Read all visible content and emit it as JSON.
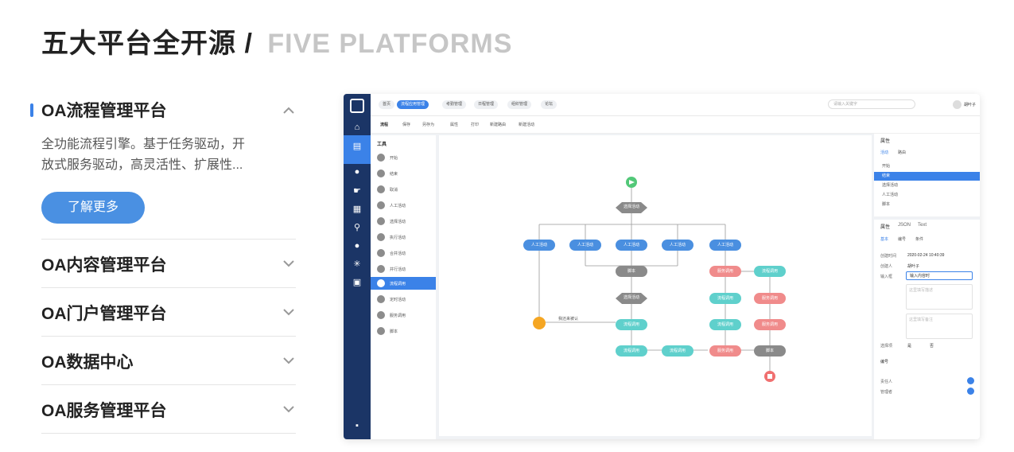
{
  "header": {
    "title_cn": "五大平台全开源",
    "separator": "/",
    "title_en": "FIVE PLATFORMS"
  },
  "accordion": {
    "active": {
      "title": "OA流程管理平台",
      "description": "全功能流程引擎。基于任务驱动，开放式服务驱动，高灵活性、扩展性...",
      "button": "了解更多"
    },
    "items": [
      {
        "title": "OA内容管理平台"
      },
      {
        "title": "OA门户管理平台"
      },
      {
        "title": "OA数据中心"
      },
      {
        "title": "OA服务管理平台"
      }
    ]
  },
  "preview": {
    "tabs": [
      "首页",
      "流程应用管理",
      "考勤管理",
      "日程管理",
      "组织管理",
      "论坛"
    ],
    "search_placeholder": "请输入关键字",
    "user": "胡叶子",
    "toolbar": [
      "流程",
      "保存",
      "另存为",
      "属性",
      "打印",
      "新建路由",
      "新建活动"
    ],
    "tools_title": "工具",
    "tools": [
      "开始",
      "结束",
      "取消",
      "人工活动",
      "选择活动",
      "执行活动",
      "合并活动",
      "并行活动",
      "流程调用",
      "定时活动",
      "服务调用",
      "脚本"
    ],
    "properties_title": "属性",
    "properties_tabs": [
      "活动",
      "路由"
    ],
    "properties_items": [
      "开始",
      "结束",
      "选择活动",
      "人工活动",
      "脚本"
    ],
    "detail_tabs": [
      "属性",
      "JSON",
      "Text"
    ],
    "detail_subtabs": [
      "基本",
      "编号",
      "条件"
    ],
    "fields": [
      {
        "label": "创建时间",
        "value": "2020-02-24 10:40:39"
      },
      {
        "label": "创建人",
        "value": "胡叶子"
      },
      {
        "label": "输入框",
        "value": "输入内容时"
      }
    ],
    "textarea_placeholder_1": "这里填写描述",
    "textarea_placeholder_2": "这里填写备注",
    "radio_label": "选择项",
    "radio_options": [
      "是",
      "否"
    ],
    "group_label": "编号",
    "adders": [
      "责任人",
      "管理者"
    ],
    "flow": {
      "start": "",
      "choice_1": "选择活动",
      "tasks": [
        "人工活动",
        "人工活动",
        "人工活动",
        "人工活动",
        "人工活动"
      ],
      "script_1": "脚本",
      "choice_2": "选择活动",
      "service_a": "流程调用",
      "merge_1": "流程调用",
      "merge_2": "流程调用",
      "red_nodes": [
        "服务调用",
        "服务调用",
        "服务调用",
        "服务调用"
      ],
      "teal_nodes": [
        "流程调用",
        "流程调用",
        "流程调用"
      ],
      "script_2": "脚本",
      "timer_label": "我还来被认"
    }
  },
  "colors": {
    "accent": "#3b82e8",
    "nav": "#1b3566",
    "button": "#4a90e2"
  }
}
